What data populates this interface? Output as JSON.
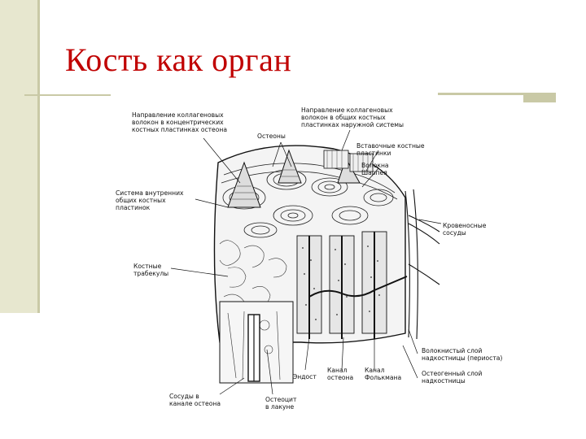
{
  "slide": {
    "title": "Кость как орган",
    "accent_color": "#c00000",
    "bar_color": "#e7e7cf"
  },
  "diagram": {
    "labels": {
      "collagen_concentric": "Направление коллагеновых\nволокон в концентрических\nкостных пластинках остеона",
      "osteons": "Остеоны",
      "collagen_outer": "Направление коллагеновых\nволокон в общих костных\nпластинках наружной системы",
      "interstitial": "Вставочные костные\nпластинки",
      "sharpey": "Волокна\nШарпея",
      "inner_system": "Система внутренних\nобщих костных\nпластинок",
      "vessels": "Кровеносные\nсосуды",
      "trabeculae": "Костные\nтрабекулы",
      "fibrous_layer": "Волокнистый слой\nнадкостницы (периоста)",
      "endost": "Эндост",
      "osteon_canal": "Канал\nостеона",
      "volkmann": "Канал\nФолькмана",
      "osteogenic_layer": "Остеогенный слой\nнадкостницы",
      "canal_vessels": "Сосуды в\nканале остеона",
      "osteocyte": "Остеоцит\nв лакуне"
    }
  }
}
